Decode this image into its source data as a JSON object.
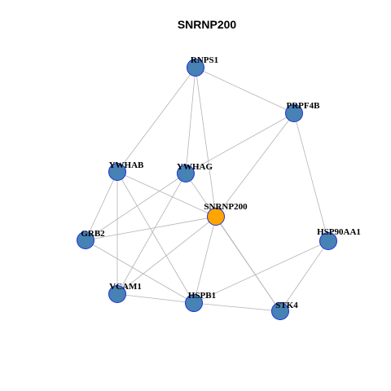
{
  "title": "SNRNP200",
  "colors": {
    "node_fill": "#4682b4",
    "focus_node_fill": "#ffa500",
    "node_stroke": "#1f2fd8",
    "edge": "#b3b3b3"
  },
  "nodes": [
    {
      "id": "RNPS1",
      "label": "RNPS1",
      "focus": false
    },
    {
      "id": "PRPF4B",
      "label": "PRPF4B",
      "focus": false
    },
    {
      "id": "YWHAB",
      "label": "YWHAB",
      "focus": false
    },
    {
      "id": "YWHAG",
      "label": "YWHAG",
      "focus": false
    },
    {
      "id": "SNRNP200",
      "label": "SNRNP200",
      "focus": true
    },
    {
      "id": "GRB2",
      "label": "GRB2",
      "focus": false
    },
    {
      "id": "HSP90AA1",
      "label": "HSP90AA1",
      "focus": false
    },
    {
      "id": "VCAM1",
      "label": "VCAM1",
      "focus": false
    },
    {
      "id": "HSPB1",
      "label": "HSPB1",
      "focus": false
    },
    {
      "id": "STK4",
      "label": "STK4",
      "focus": false
    }
  ],
  "edges": [
    [
      "RNPS1",
      "PRPF4B"
    ],
    [
      "RNPS1",
      "YWHAB"
    ],
    [
      "RNPS1",
      "YWHAG"
    ],
    [
      "RNPS1",
      "SNRNP200"
    ],
    [
      "PRPF4B",
      "YWHAG"
    ],
    [
      "PRPF4B",
      "SNRNP200"
    ],
    [
      "PRPF4B",
      "HSP90AA1"
    ],
    [
      "YWHAB",
      "SNRNP200"
    ],
    [
      "YWHAB",
      "GRB2"
    ],
    [
      "YWHAB",
      "VCAM1"
    ],
    [
      "YWHAB",
      "HSPB1"
    ],
    [
      "YWHAG",
      "GRB2"
    ],
    [
      "YWHAG",
      "VCAM1"
    ],
    [
      "YWHAG",
      "STK4"
    ],
    [
      "SNRNP200",
      "GRB2"
    ],
    [
      "SNRNP200",
      "VCAM1"
    ],
    [
      "SNRNP200",
      "HSPB1"
    ],
    [
      "SNRNP200",
      "STK4"
    ],
    [
      "GRB2",
      "HSPB1"
    ],
    [
      "HSP90AA1",
      "HSPB1"
    ],
    [
      "HSP90AA1",
      "STK4"
    ],
    [
      "VCAM1",
      "HSPB1"
    ],
    [
      "HSPB1",
      "STK4"
    ]
  ]
}
